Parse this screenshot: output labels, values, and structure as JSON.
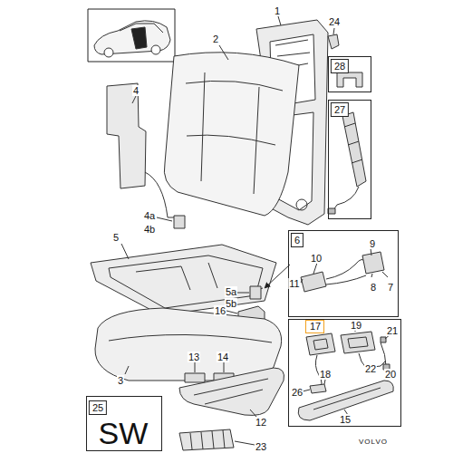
{
  "diagram": {
    "nodes": [
      {
        "text": [
          "28"
        ]
      },
      {
        "text": [
          "27"
        ]
      },
      {
        "text": [
          "6",
          "9",
          "10",
          "11",
          "8",
          "7"
        ]
      },
      {
        "text": [
          "19",
          "21",
          "18",
          "22",
          "20",
          "26",
          "15"
        ]
      },
      {
        "text": [
          "17"
        ],
        "in": 3
      },
      {
        "text": [
          "25",
          "SW"
        ]
      }
    ],
    "labels": [
      "24",
      "1",
      "2",
      "4",
      "4a",
      "4b",
      "5",
      "5a",
      "5b",
      "16",
      "3",
      "13",
      "14",
      "12",
      "23",
      "VOLVO"
    ]
  }
}
